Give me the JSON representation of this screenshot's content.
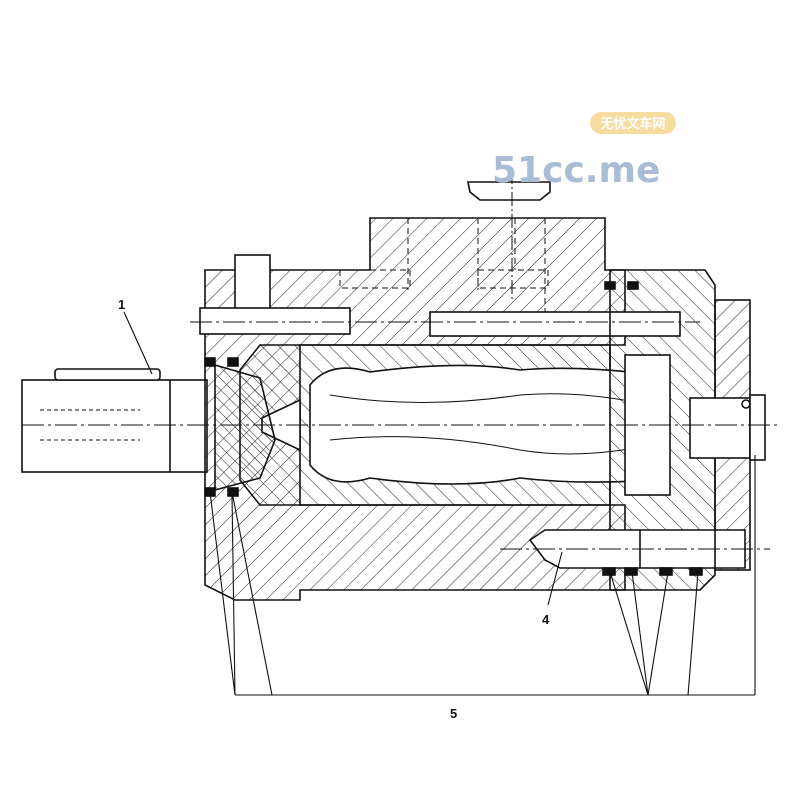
{
  "drawing": {
    "callouts": [
      {
        "id": "1",
        "label": "1"
      },
      {
        "id": "4",
        "label": "4"
      },
      {
        "id": "5",
        "label": "5"
      }
    ]
  },
  "watermark": {
    "site": "51cc.me",
    "badge": "无忧文车网",
    "colors": {
      "text": "#a9bcd6",
      "badge": "#f7dca0"
    }
  }
}
